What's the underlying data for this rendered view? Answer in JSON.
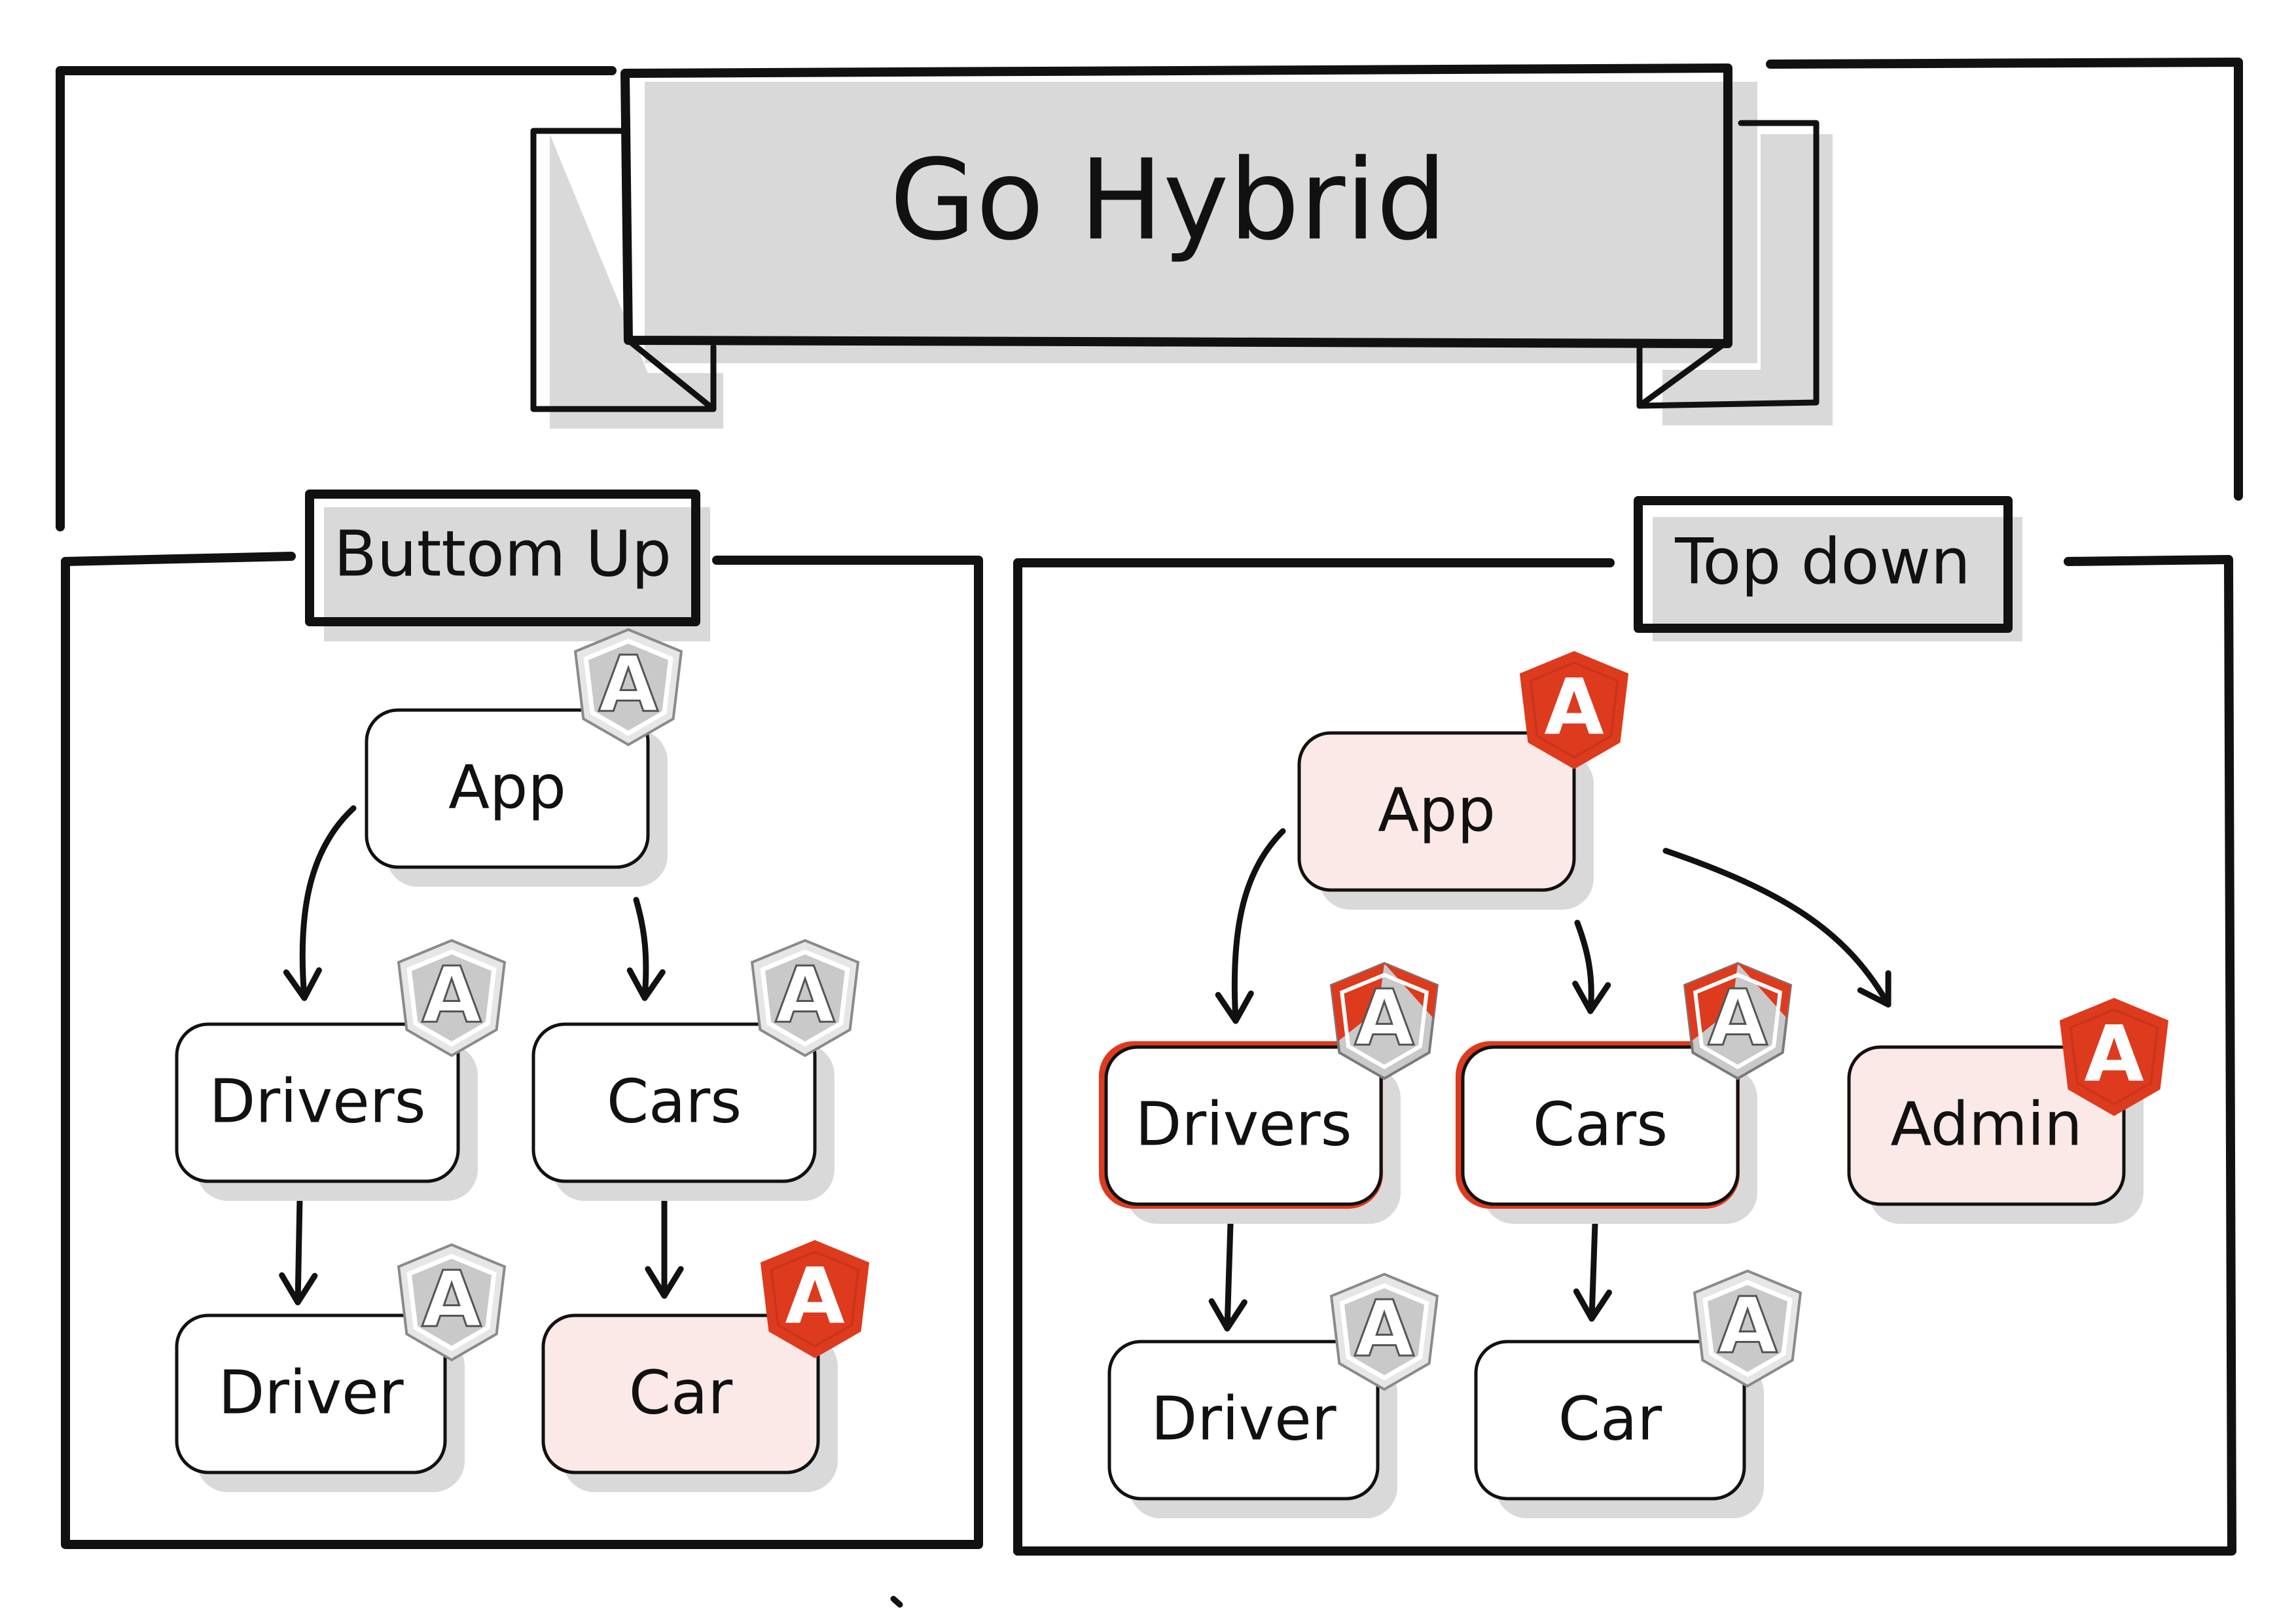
{
  "title": "Go Hybrid",
  "colors": {
    "ink": "#111111",
    "angular_red": "#dd3a1e",
    "angularjs_gray": "#c9c9c9",
    "hybrid_fill": "#fbe9e7",
    "shadow": "#d9d9d9"
  },
  "panels": [
    {
      "label": "Buttom Up",
      "nodes": [
        {
          "id": "app",
          "label": "App",
          "icon": "angularjs-gray-shield-icon"
        },
        {
          "id": "drivers",
          "label": "Drivers",
          "icon": "angularjs-gray-shield-icon"
        },
        {
          "id": "cars",
          "label": "Cars",
          "icon": "angularjs-gray-shield-icon"
        },
        {
          "id": "driver",
          "label": "Driver",
          "icon": "angularjs-gray-shield-icon"
        },
        {
          "id": "car",
          "label": "Car",
          "icon": "angular-red-shield-icon"
        }
      ],
      "edges": [
        [
          "app",
          "drivers"
        ],
        [
          "app",
          "cars"
        ],
        [
          "drivers",
          "driver"
        ],
        [
          "cars",
          "car"
        ]
      ]
    },
    {
      "label": "Top down",
      "nodes": [
        {
          "id": "app",
          "label": "App",
          "icon": "angular-red-shield-icon"
        },
        {
          "id": "drivers",
          "label": "Drivers",
          "icon": "hybrid-shield-icon"
        },
        {
          "id": "cars",
          "label": "Cars",
          "icon": "hybrid-shield-icon"
        },
        {
          "id": "admin",
          "label": "Admin",
          "icon": "angular-red-shield-icon"
        },
        {
          "id": "driver",
          "label": "Driver",
          "icon": "angularjs-gray-shield-icon"
        },
        {
          "id": "car",
          "label": "Car",
          "icon": "angularjs-gray-shield-icon"
        }
      ],
      "edges": [
        [
          "app",
          "drivers"
        ],
        [
          "app",
          "cars"
        ],
        [
          "app",
          "admin"
        ],
        [
          "drivers",
          "driver"
        ],
        [
          "cars",
          "car"
        ]
      ]
    }
  ],
  "shield_letter": "A"
}
